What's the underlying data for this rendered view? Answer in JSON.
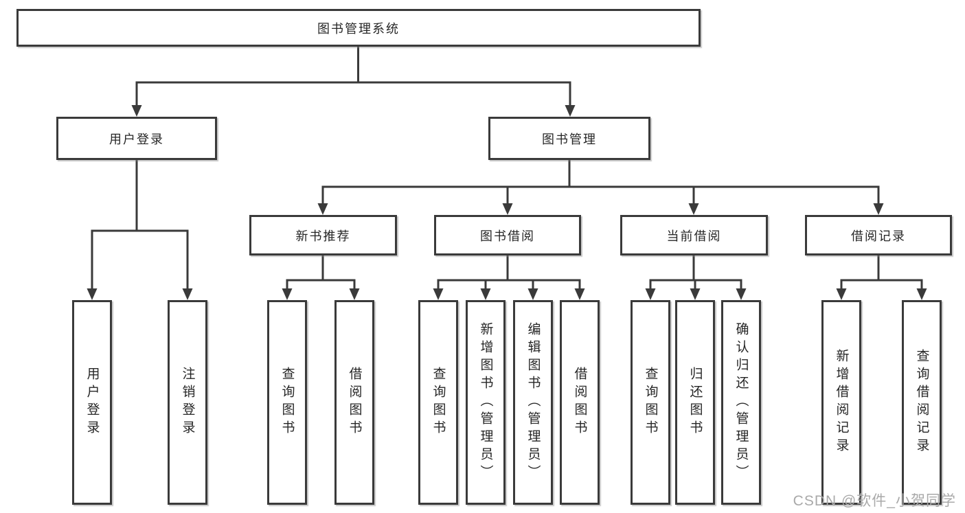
{
  "colors": {
    "line": "#3a3a3a",
    "box_border": "#3a3a3a",
    "text": "#262626",
    "watermark": "#a9a9a9",
    "background": "#ffffff"
  },
  "watermark": "CSDN @软件_小贺同学",
  "tree": {
    "root": {
      "label": "图书管理系统",
      "children": [
        {
          "label": "用户登录",
          "children": [
            {
              "label": "用户登录"
            },
            {
              "label": "注销登录"
            }
          ]
        },
        {
          "label": "图书管理",
          "children": [
            {
              "label": "新书推荐",
              "children": [
                {
                  "label": "查询图书"
                },
                {
                  "label": "借阅图书"
                }
              ]
            },
            {
              "label": "图书借阅",
              "children": [
                {
                  "label": "查询图书"
                },
                {
                  "label": "新增图书（管理员）"
                },
                {
                  "label": "编辑图书（管理员）"
                },
                {
                  "label": "借阅图书"
                }
              ]
            },
            {
              "label": "当前借阅",
              "children": [
                {
                  "label": "查询图书"
                },
                {
                  "label": "归还图书"
                },
                {
                  "label": "确认归还（管理员）"
                }
              ]
            },
            {
              "label": "借阅记录",
              "children": [
                {
                  "label": "新增借阅记录"
                },
                {
                  "label": "查询借阅记录"
                }
              ]
            }
          ]
        }
      ]
    }
  }
}
